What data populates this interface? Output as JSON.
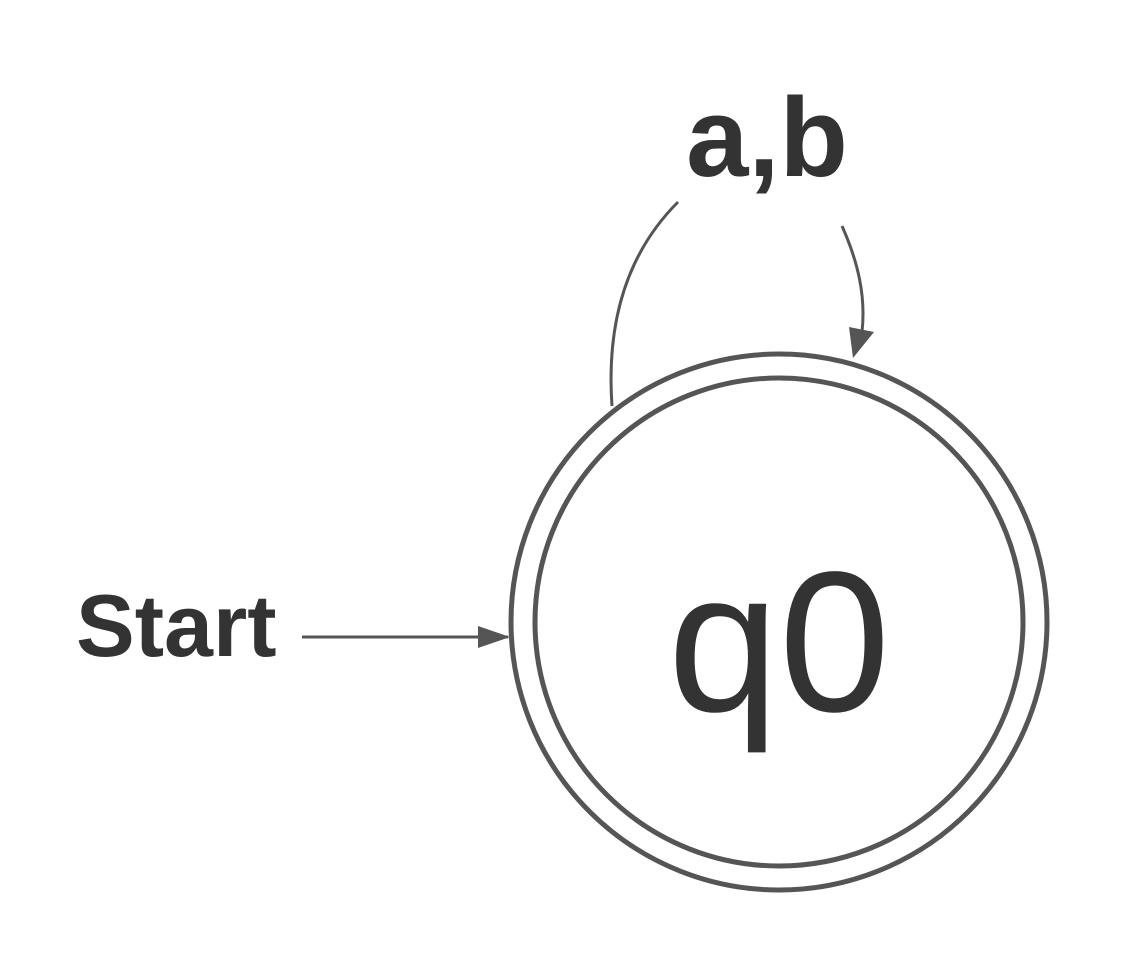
{
  "diagram": {
    "type": "finite-automaton",
    "states": [
      {
        "id": "q0",
        "label": "q0",
        "accepting": true,
        "initial": true
      }
    ],
    "start_arrow": {
      "label": "Start",
      "target": "q0"
    },
    "transitions": [
      {
        "from": "q0",
        "to": "q0",
        "label": "a,b"
      }
    ],
    "colors": {
      "stroke": "#555555",
      "text": "#333333",
      "background": "#ffffff"
    }
  }
}
